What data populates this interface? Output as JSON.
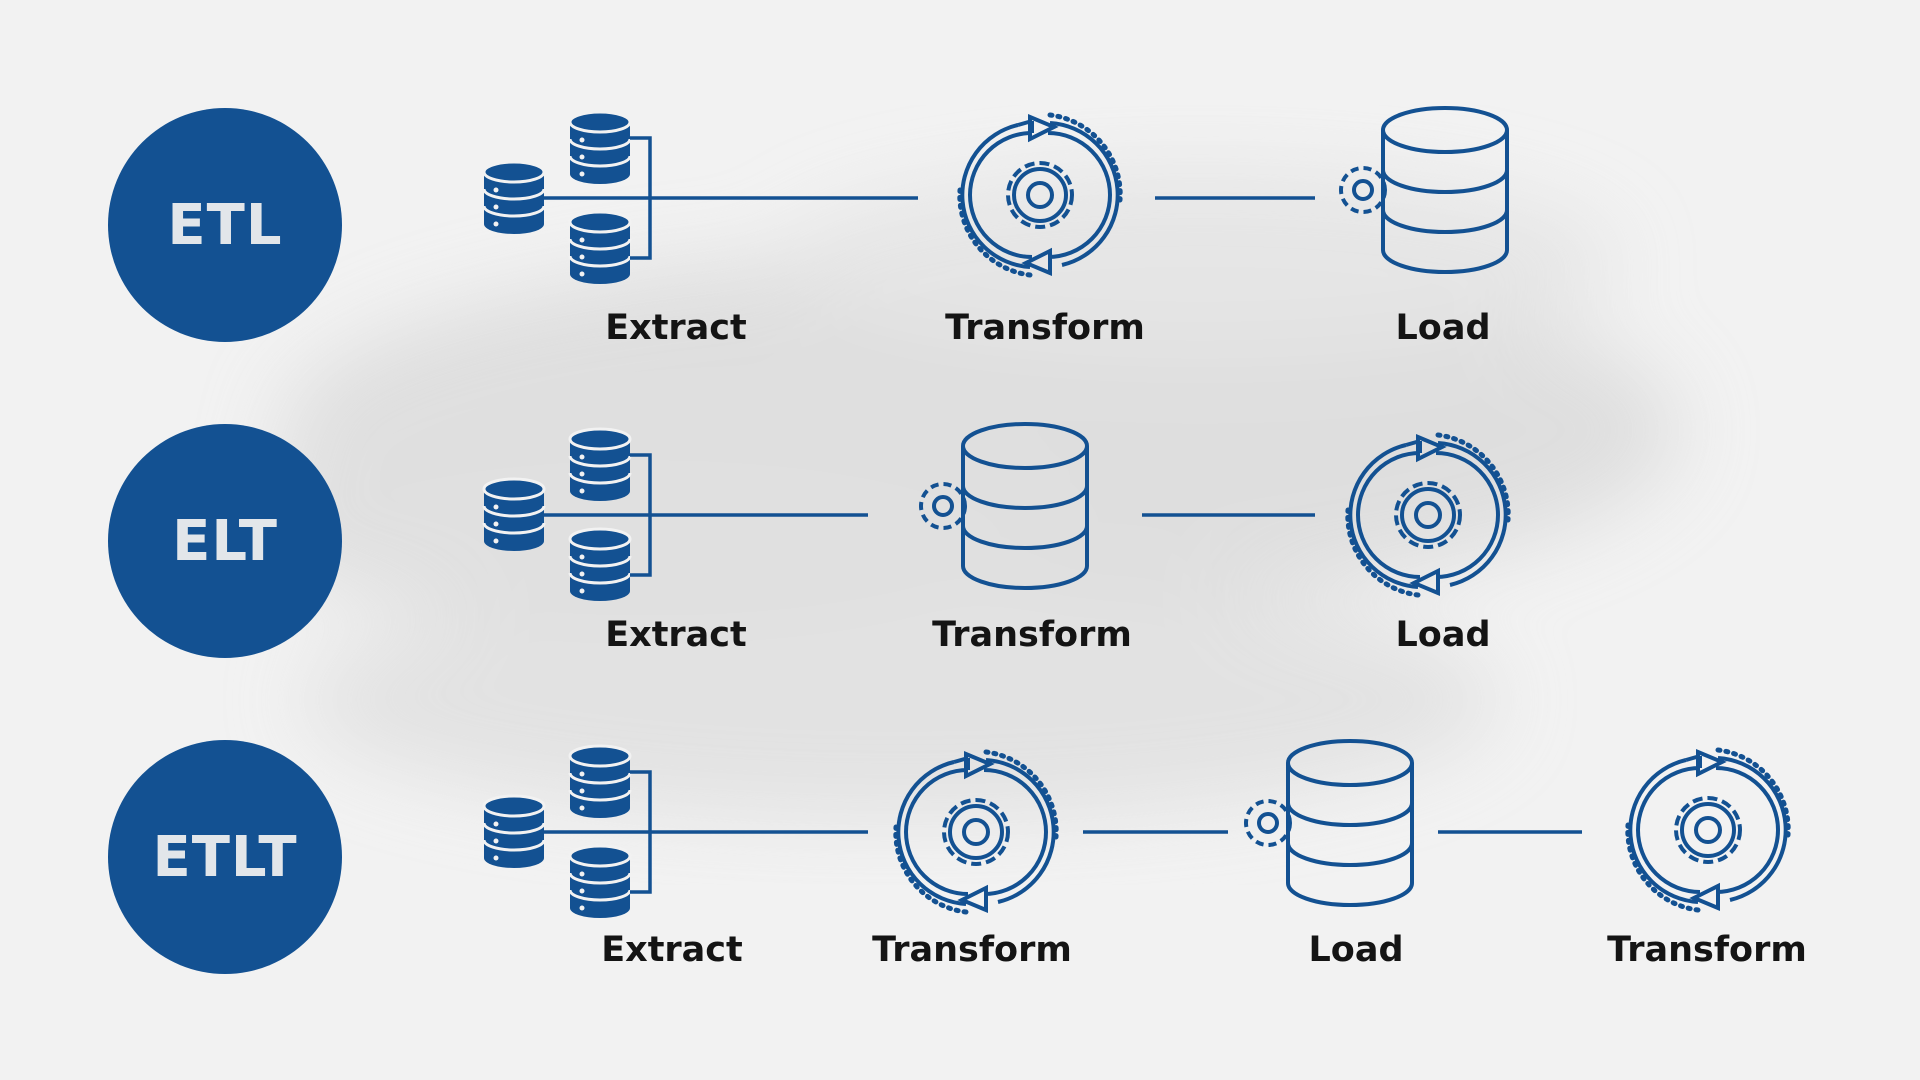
{
  "accent_color": "#135192",
  "background_color": "#f2f2f2",
  "rows": [
    {
      "name": "ETL",
      "steps": [
        {
          "label": "Extract",
          "icon": "databases-icon"
        },
        {
          "label": "Transform",
          "icon": "refresh-gear-icon"
        },
        {
          "label": "Load",
          "icon": "database-gear-icon"
        }
      ]
    },
    {
      "name": "ELT",
      "steps": [
        {
          "label": "Extract",
          "icon": "databases-icon"
        },
        {
          "label": "Transform",
          "icon": "database-gear-icon"
        },
        {
          "label": "Load",
          "icon": "refresh-gear-icon"
        }
      ]
    },
    {
      "name": "ETLT",
      "steps": [
        {
          "label": "Extract",
          "icon": "databases-icon"
        },
        {
          "label": "Transform",
          "icon": "refresh-gear-icon"
        },
        {
          "label": "Load",
          "icon": "database-gear-icon"
        },
        {
          "label": "Transform",
          "icon": "refresh-gear-icon"
        }
      ]
    }
  ]
}
